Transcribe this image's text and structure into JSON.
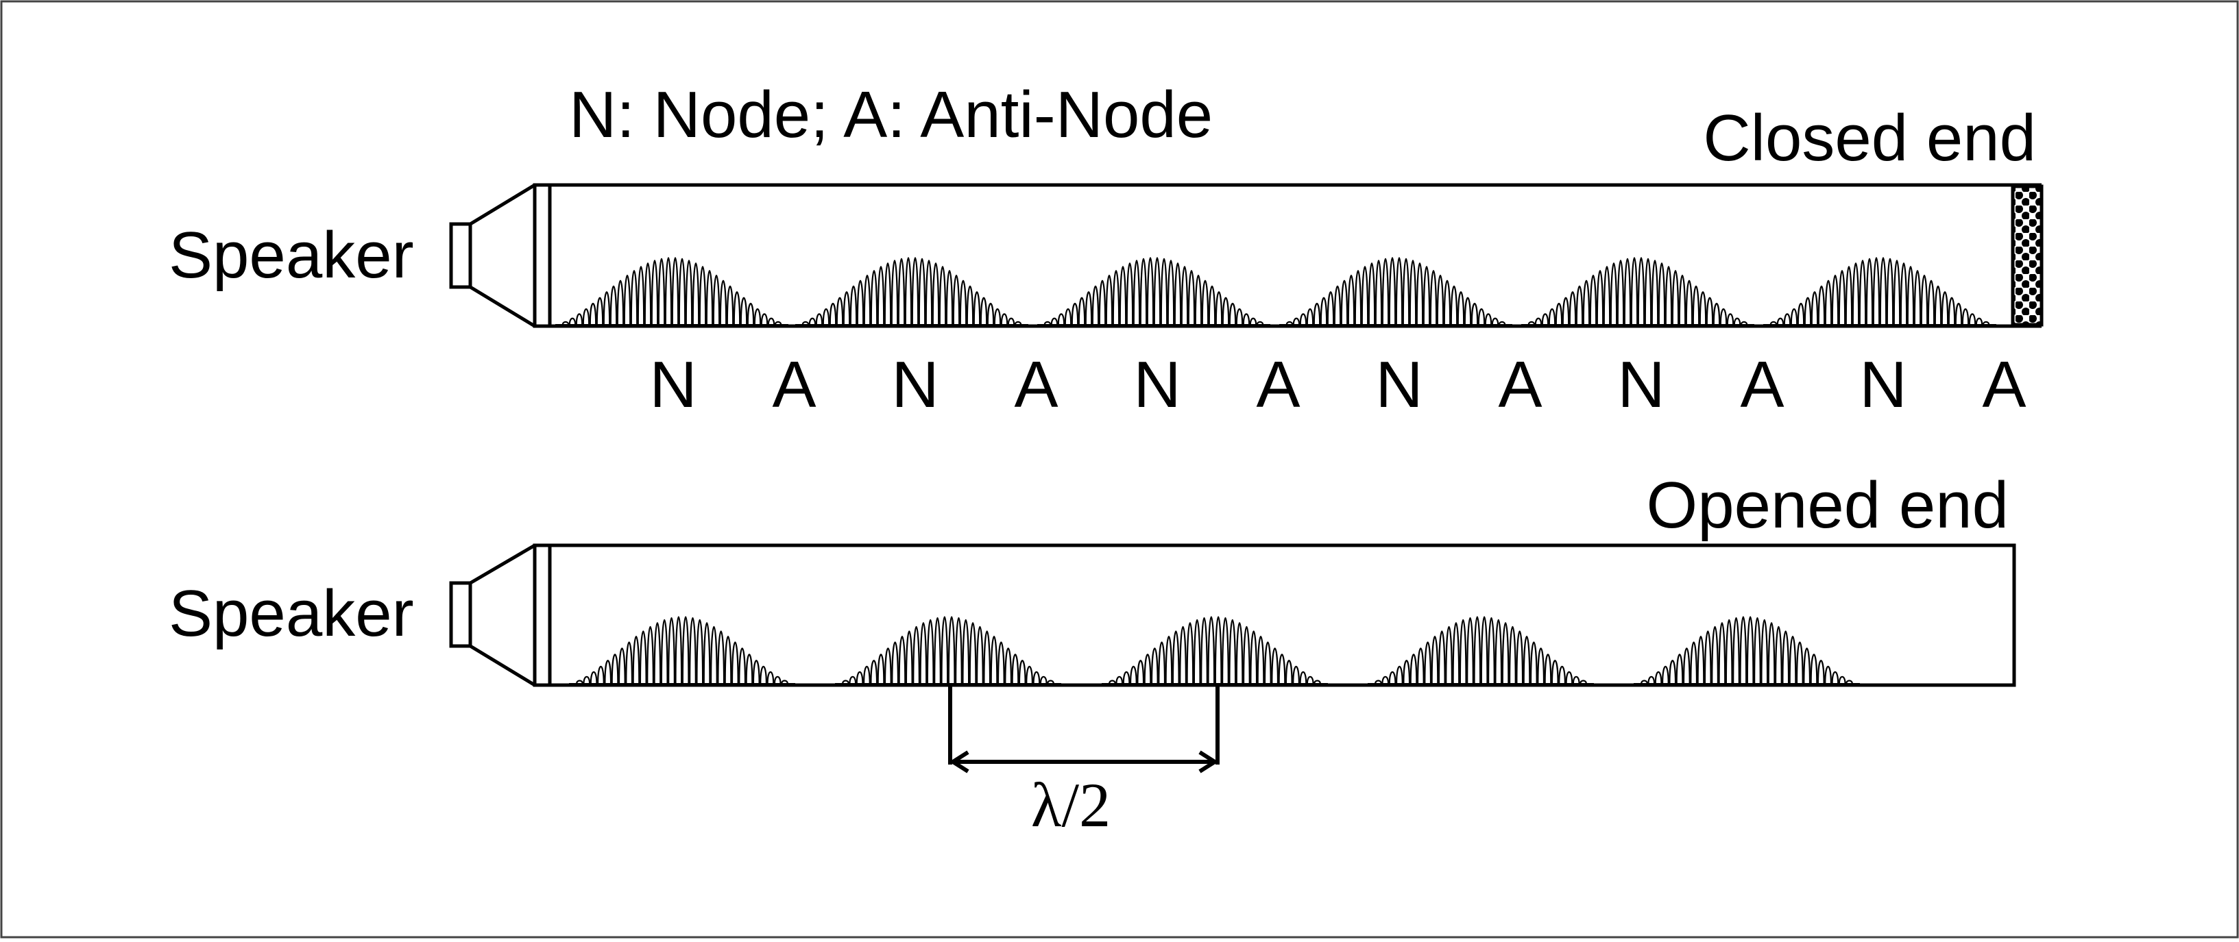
{
  "legend": "N: Node; A: Anti-Node",
  "top_tube": {
    "speaker_label": "Speaker",
    "end_label": "Closed end",
    "node_labels": [
      "N",
      "A",
      "N",
      "A",
      "N",
      "A",
      "N",
      "A",
      "N",
      "A",
      "N",
      "A"
    ]
  },
  "bottom_tube": {
    "speaker_label": "Speaker",
    "end_label": "Opened end",
    "spacing_label": "λ/2"
  },
  "colors": {
    "stroke": "#000000",
    "background": "#ffffff",
    "frame": "#444444"
  }
}
